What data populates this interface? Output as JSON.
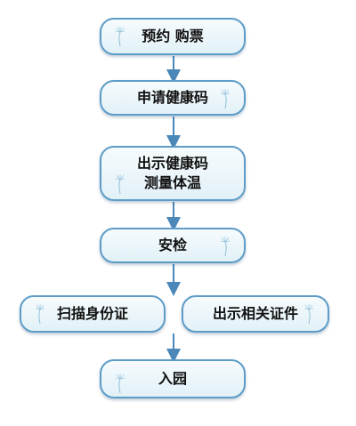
{
  "nodes": {
    "n1": {
      "label": "预约  购票"
    },
    "n2": {
      "label": "申请健康码"
    },
    "n3": {
      "line1": "出示健康码",
      "line2": "测量体温"
    },
    "n4": {
      "label": "安检"
    },
    "n5a": {
      "label": "扫描身份证"
    },
    "n5b": {
      "label": "出示相关证件"
    },
    "n6": {
      "label": "入园"
    }
  },
  "colors": {
    "border": "#5d9cc6",
    "arrow": "#4b87b8",
    "fill": "#eef7fb"
  },
  "icons": {
    "decoration": "dandelion-icon"
  }
}
